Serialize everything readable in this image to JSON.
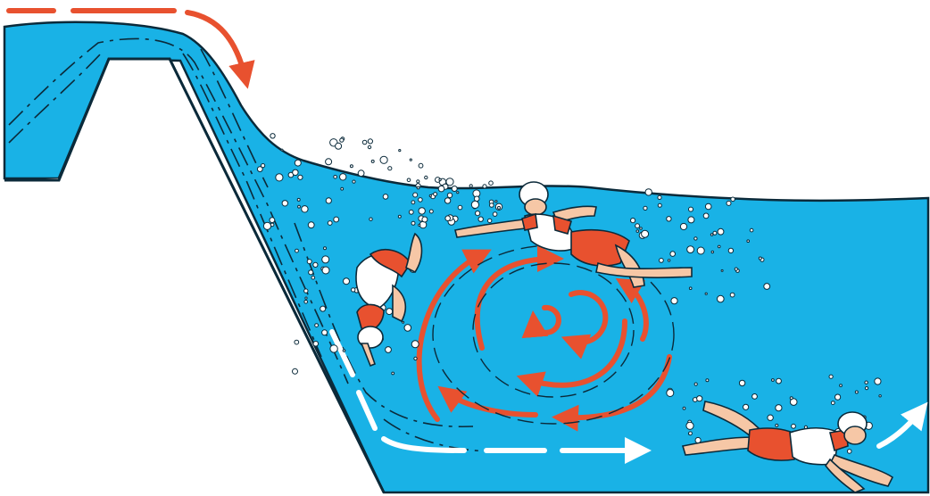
{
  "diagram": {
    "text_labels": [],
    "colors": {
      "water": "#19b2e6",
      "water_outline": "#0b2a3a",
      "current_arrow": "#e8512f",
      "escape_arrow": "#ffffff",
      "swimwear": "#e8512f",
      "skin": "#f6c7a6",
      "helmet": "#ffffff",
      "background": "#ffffff"
    },
    "elements": {
      "weir_crest": "weir-crest",
      "spillway_slope": "spillway-slope",
      "hydraulic_recirculation": "recirculation-arrows",
      "aerated_surface": "bubbles",
      "swimmers": [
        "tumbling-swimmer",
        "surface-swimmer",
        "escaping-swimmer"
      ],
      "escape_path": "escape-arrows"
    }
  }
}
